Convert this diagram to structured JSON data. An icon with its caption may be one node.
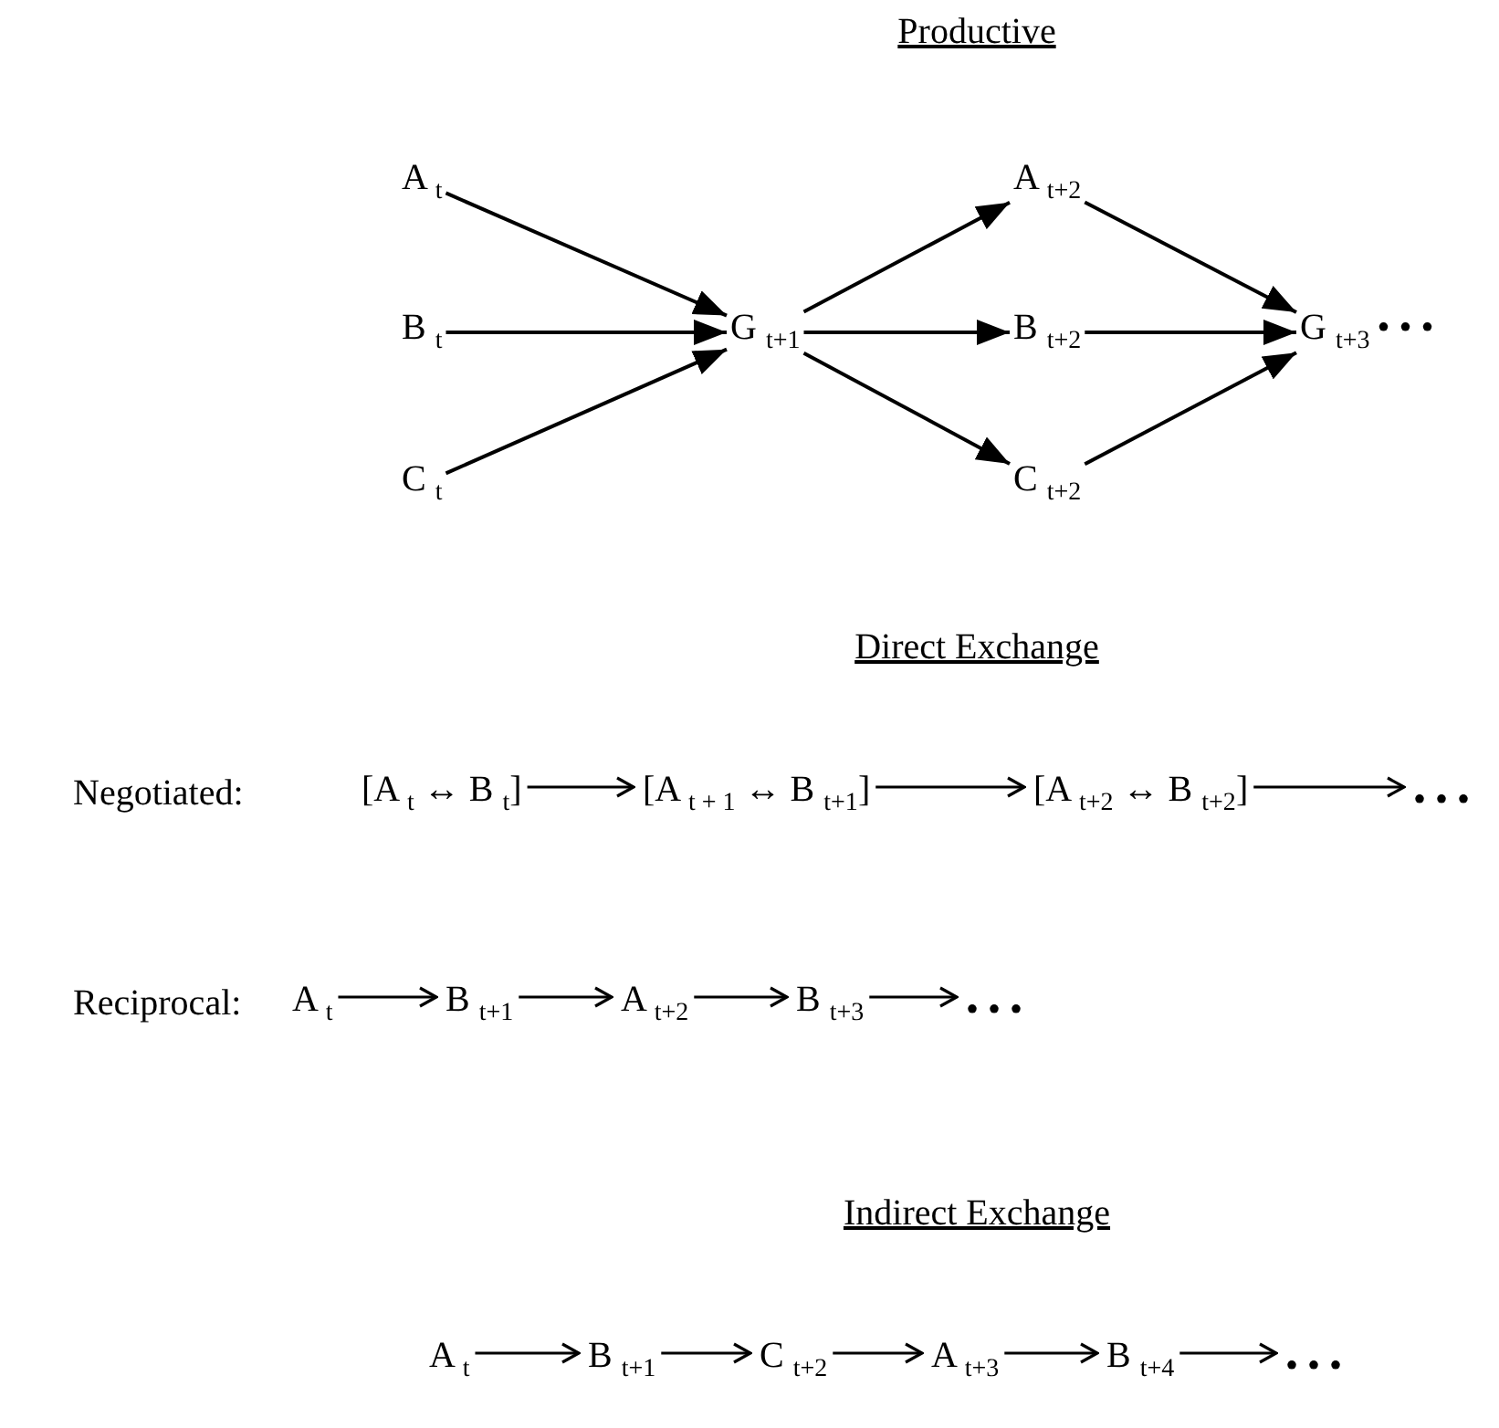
{
  "diagram": {
    "nodes": [
      {
        "text": [
          "A $_{t}$"
        ]
      },
      {
        "text": [
          "B $_{t}$"
        ]
      },
      {
        "text": [
          "C $_{t}$"
        ]
      },
      {
        "text": [
          "G $_{t+1}$"
        ]
      },
      {
        "text": [
          "A $_{t+2}$"
        ]
      },
      {
        "text": [
          "B $_{t+2}$"
        ]
      },
      {
        "text": [
          "C $_{t+2}$"
        ]
      },
      {
        "text": [
          "G $_{t+3}$"
        ],
        "beside": [
          "• • •"
        ]
      },
      {
        "text": [
          "[A $_{t}$ ↔ B $_{t}$]"
        ]
      },
      {
        "text": [
          "[A $_{t + 1}$ ↔ B $_{t+1}$]"
        ]
      },
      {
        "text": [
          "[A $_{t+2}$ ↔ B $_{t+2}$]"
        ]
      },
      {
        "text": [
          "• • •"
        ]
      },
      {
        "text": [
          "A $_{t}$"
        ]
      },
      {
        "text": [
          "B $_{t+1}$"
        ]
      },
      {
        "text": [
          "A $_{t+2}$"
        ]
      },
      {
        "text": [
          "B $_{t+3}$"
        ]
      },
      {
        "text": [
          "• • •"
        ]
      },
      {
        "text": [
          "A $_{t}$"
        ]
      },
      {
        "text": [
          "B $_{t+1}$"
        ]
      },
      {
        "text": [
          "C $_{t+2}$"
        ]
      },
      {
        "text": [
          "A $_{t+3}$"
        ]
      },
      {
        "text": [
          "B $_{t+4}$"
        ]
      },
      {
        "text": [
          "• • •"
        ]
      }
    ],
    "edges": [
      {
        "from": 0,
        "to": 3,
        "arrow": "to"
      },
      {
        "from": 1,
        "to": 3,
        "arrow": "to"
      },
      {
        "from": 2,
        "to": 3,
        "arrow": "to"
      },
      {
        "from": 3,
        "to": 4,
        "arrow": "to"
      },
      {
        "from": 3,
        "to": 5,
        "arrow": "to"
      },
      {
        "from": 3,
        "to": 6,
        "arrow": "to"
      },
      {
        "from": 4,
        "to": 7,
        "arrow": "to"
      },
      {
        "from": 5,
        "to": 7,
        "arrow": "to"
      },
      {
        "from": 6,
        "to": 7,
        "arrow": "to"
      },
      {
        "from": 8,
        "to": 9,
        "arrow": "to"
      },
      {
        "from": 9,
        "to": 10,
        "arrow": "to"
      },
      {
        "from": 10,
        "to": 11,
        "arrow": "to"
      },
      {
        "from": 12,
        "to": 13,
        "arrow": "to"
      },
      {
        "from": 13,
        "to": 14,
        "arrow": "to"
      },
      {
        "from": 14,
        "to": 15,
        "arrow": "to"
      },
      {
        "from": 15,
        "to": 16,
        "arrow": "to"
      },
      {
        "from": 17,
        "to": 18,
        "arrow": "to"
      },
      {
        "from": 18,
        "to": 19,
        "arrow": "to"
      },
      {
        "from": 19,
        "to": 20,
        "arrow": "to"
      },
      {
        "from": 20,
        "to": 21,
        "arrow": "to"
      },
      {
        "from": 21,
        "to": 22,
        "arrow": "to"
      }
    ],
    "labels": [
      "Productive",
      "Direct Exchange",
      "Negotiated:",
      "Reciprocal:",
      "Indirect Exchange"
    ]
  }
}
